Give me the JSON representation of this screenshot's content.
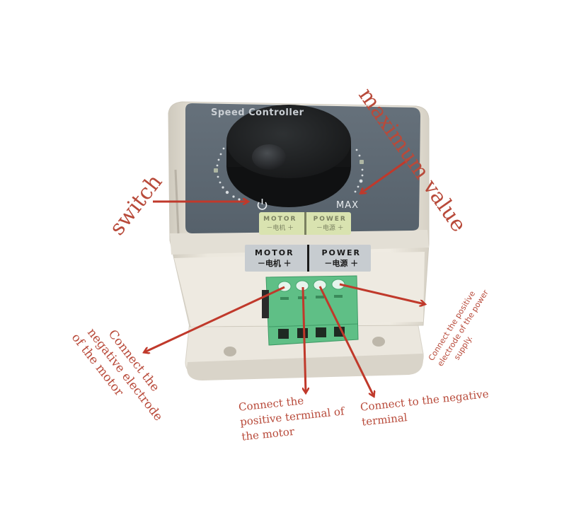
{
  "device": {
    "title": "Speed Controller",
    "dial_max_label": "MAX",
    "power_icon": "power-icon",
    "face_label": {
      "motor_en": "MOTOR",
      "motor_cn": "－电机 ＋",
      "power_en": "POWER",
      "power_cn": "－电源 ＋"
    },
    "body_label": {
      "motor_en": "MOTOR",
      "motor_cn": "－电机 ＋",
      "power_en": "POWER",
      "power_cn": "－电源 ＋"
    },
    "terminal_count": 4
  },
  "annotations": {
    "switch": "switch",
    "maximum_value": "maximum value",
    "motor_negative": [
      "Connect the",
      "negative electrode",
      "of the motor"
    ],
    "motor_positive": [
      "Connect the",
      "positive terminal of",
      "the motor"
    ],
    "power_negative": [
      "Connect to the negative",
      "terminal"
    ],
    "power_positive": [
      "Connect the positive",
      "electrode of the power",
      "supply."
    ]
  },
  "colors": {
    "annotation": "#b84a3a",
    "arrow": "#c0392b",
    "faceplate": "#5b6670",
    "knob": "#1f2123",
    "housing": "#eae6dc",
    "terminal_block": "#5fbf86",
    "label_plate_face": "#d9e3b0",
    "label_plate_body": "#c7ccd0"
  }
}
